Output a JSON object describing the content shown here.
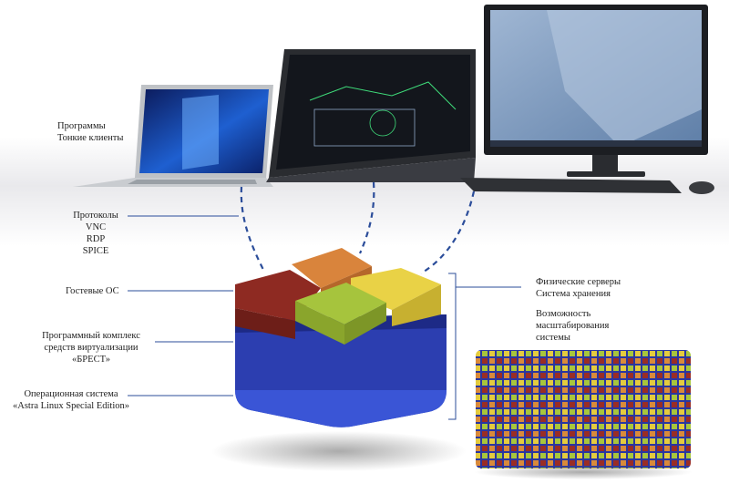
{
  "labels": {
    "programs": [
      "Программы",
      "Тонкие клиенты"
    ],
    "protocols": [
      "Протоколы",
      "VNC",
      "RDP",
      "SPICE"
    ],
    "guest_os": "Гостевые ОС",
    "complex": [
      "Программный комплекс",
      "средств виртуализации",
      "«БРЕСТ»"
    ],
    "os": [
      "Операционная система",
      "«Astra Linux Special Edition»"
    ],
    "physical": [
      "Физические серверы",
      "Система хранения"
    ],
    "scaling": [
      "Возможность",
      "масштабирования",
      "системы"
    ]
  },
  "colors": {
    "blue": "#2c3eb0",
    "blue_dark": "#1d2a86",
    "red": "#8e2a22",
    "orange": "#d9843c",
    "yellow": "#e9d246",
    "green": "#a6c43d",
    "line": "#2b4d9a"
  }
}
